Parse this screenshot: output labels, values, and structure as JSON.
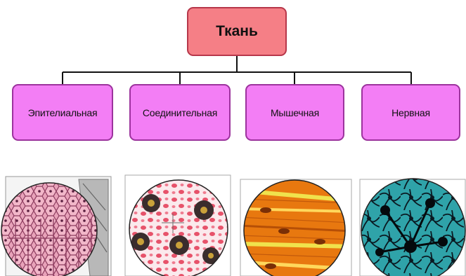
{
  "diagram": {
    "root": {
      "label": "Ткань"
    },
    "children": [
      {
        "label": "Эпителиальная",
        "image": "epithelial-tissue-image"
      },
      {
        "label": "Соединительная",
        "image": "connective-tissue-image"
      },
      {
        "label": "Мышечная",
        "image": "muscle-tissue-image"
      },
      {
        "label": "Нервная",
        "image": "nervous-tissue-image"
      }
    ]
  },
  "colors": {
    "root_fill": "#f57f86",
    "root_border": "#b7374a",
    "child_fill": "#f37ef5",
    "child_border": "#9c339d",
    "connector": "#111111"
  }
}
